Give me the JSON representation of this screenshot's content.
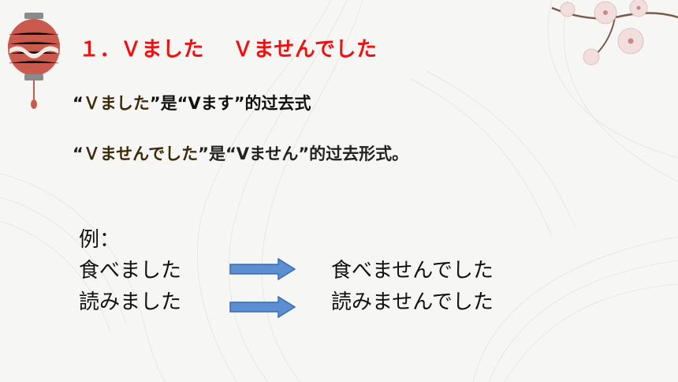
{
  "title": {
    "number": "１．",
    "part1": "Ｖました",
    "part2": "Ｖませんでした"
  },
  "descriptions": [
    {
      "open": "“",
      "term": "Ｖました",
      "mid": "”是“",
      "base": "Vます",
      "tail": "”的过去式"
    },
    {
      "open": "“",
      "term": "Ｖませんでした",
      "mid": "”是“",
      "base": "Vません",
      "tail": "”的过去形式。"
    }
  ],
  "example": {
    "label": "例：",
    "rows": [
      {
        "left": "食べました",
        "right": "食べませんでした"
      },
      {
        "left": "読みました",
        "right": "読みませんでした"
      }
    ]
  },
  "colors": {
    "title": "#ee1111",
    "arrow_fill": "#5b8fd1",
    "arrow_stroke": "#3a6db0",
    "lantern": "#c95a4d",
    "blossom": "#f3dede"
  }
}
